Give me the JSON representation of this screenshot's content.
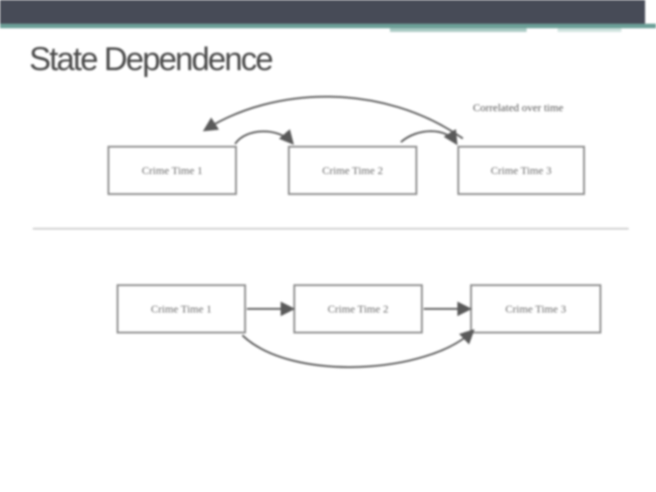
{
  "slide": {
    "title": "State Dependence"
  },
  "top_diagram": {
    "annotation": "Correlated over time",
    "nodes": [
      "Crime Time 1",
      "Crime Time 2",
      "Crime Time 3"
    ]
  },
  "bottom_diagram": {
    "nodes": [
      "Crime Time 1",
      "Crime Time 2",
      "Crime Time 3"
    ]
  },
  "colors": {
    "header_bar": "#474b57",
    "accent_rule": "#6c9f97",
    "node_border": "#8c8c8c",
    "arrow": "#5a5a5a"
  }
}
